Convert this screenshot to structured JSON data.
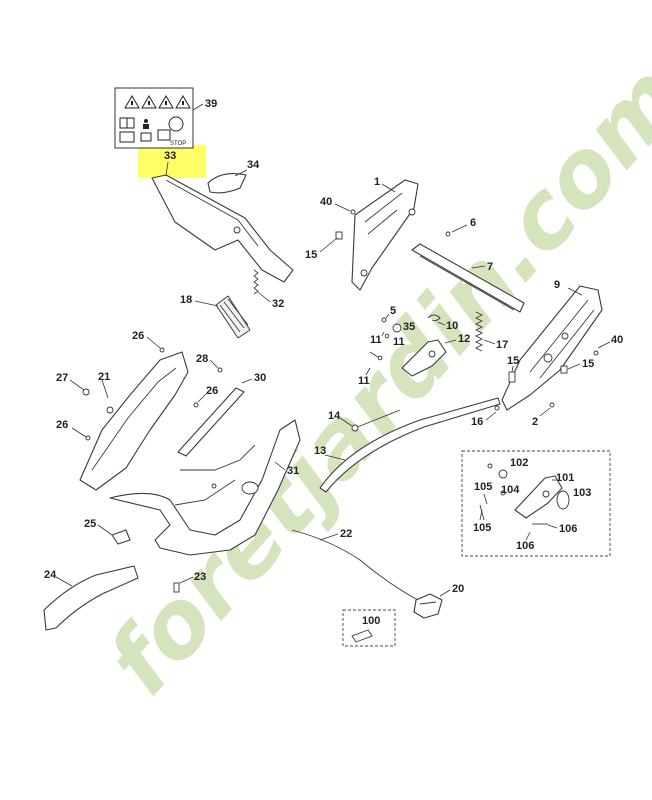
{
  "colors": {
    "highlight": "#ffff66",
    "watermark_orange": "#f2a34a",
    "watermark_green": "#c9dca8",
    "line": "#333333"
  },
  "watermark": {
    "text": "foretjardin.com"
  },
  "highlighted_part": "33",
  "labels": {
    "p1": "1",
    "p2": "2",
    "p5": "5",
    "p6": "6",
    "p7": "7",
    "p9": "9",
    "p10": "10",
    "p11a": "11",
    "p11b": "11",
    "p11c": "11",
    "p12": "12",
    "p13": "13",
    "p14": "14",
    "p15a": "15",
    "p15b": "15",
    "p15c": "15",
    "p16": "16",
    "p17": "17",
    "p18": "18",
    "p20": "20",
    "p21": "21",
    "p22": "22",
    "p23": "23",
    "p24": "24",
    "p25": "25",
    "p26a": "26",
    "p26b": "26",
    "p26c": "26",
    "p27": "27",
    "p28": "28",
    "p30": "30",
    "p31": "31",
    "p32": "32",
    "p33": "33",
    "p34": "34",
    "p35": "35",
    "p39": "39",
    "p40a": "40",
    "p40b": "40",
    "p100": "100",
    "p101": "101",
    "p102": "102",
    "p103": "103",
    "p104": "104",
    "p105a": "105",
    "p105b": "105",
    "p106a": "106",
    "p106b": "106"
  },
  "decal": {
    "stop_text": "STOP"
  }
}
